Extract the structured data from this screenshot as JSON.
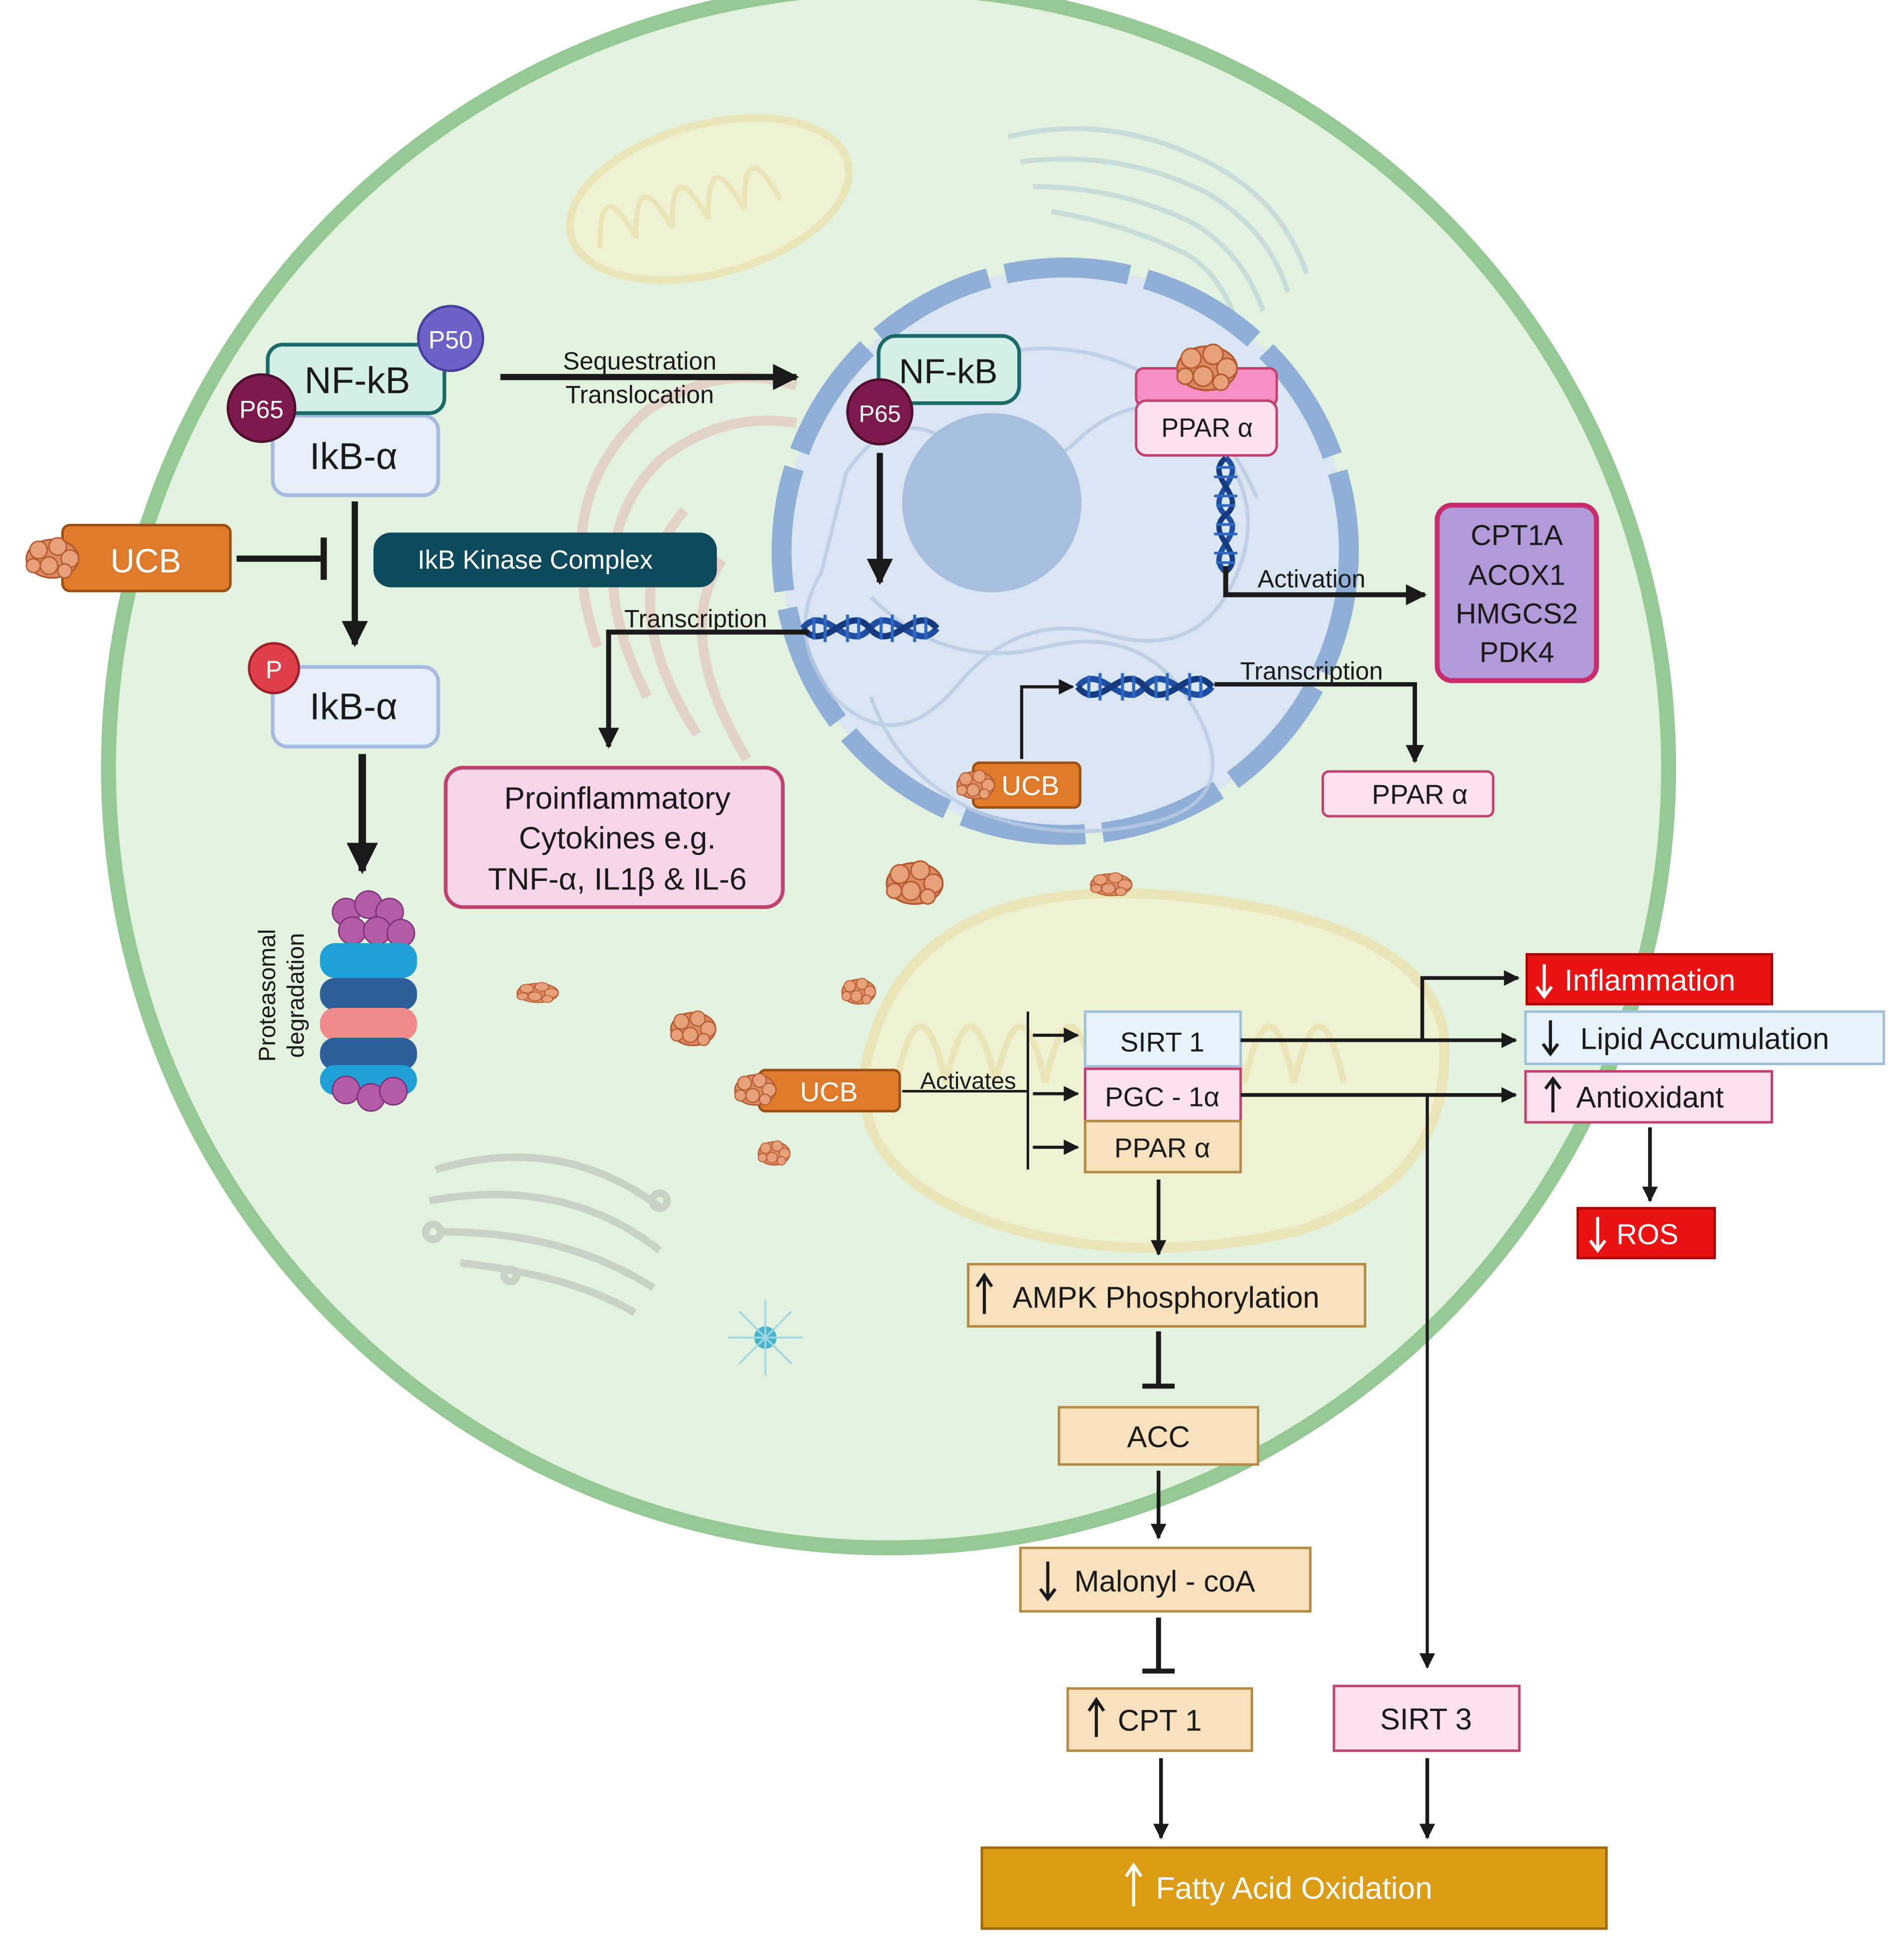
{
  "labels": {
    "nfkb_top": "NF-kB",
    "p50": "P50",
    "p65": "P65",
    "ikb_alpha": "IkB-α",
    "ucb": "UCB",
    "ikb_kinase": "IkB Kinase Complex",
    "p": "P",
    "proteasomal": "Proteasomal",
    "degradation": "degradation",
    "sequestration": "Sequestration",
    "translocation": "Translocation",
    "nfkb_nucleus": "NF-kB",
    "transcription": "Transcription",
    "cytokines_l1": "Proinflammatory",
    "cytokines_l2": "Cytokines e.g.",
    "cytokines_l3": "TNF-α, IL1β & IL-6",
    "ppar_alpha": "PPAR α",
    "activation": "Activation",
    "cpt1a": "CPT1A",
    "acox1": "ACOX1",
    "hmgcs2": "HMGCS2",
    "pdk4": "PDK4",
    "activates": "Activates",
    "sirt1": "SIRT 1",
    "pgc1a": "PGC - 1α",
    "inflammation": "Inflammation",
    "lipid_accumulation": "Lipid Accumulation",
    "antioxidant": "Antioxidant",
    "ros": "ROS",
    "ampk": "AMPK Phosphorylation",
    "acc": "ACC",
    "malonyl": "Malonyl - coA",
    "cpt1": "CPT 1",
    "sirt3": "SIRT 3",
    "fao": "Fatty Acid Oxidation"
  },
  "colors": {
    "cell_fill": "#e3f1df",
    "cell_border": "#95c993",
    "nucleus_fill": "#d9e5f0",
    "nuclear_envelope": "#8fafd6",
    "nucleolus": "#a7bede",
    "ucb_orange": "#df7a2a",
    "kinase_teal": "#0e4a5e",
    "p65_maroon": "#7b1a4b",
    "p50_purple": "#6d63c6",
    "phospho_red": "#e0404a",
    "cytokine_pink": "#f8d6ea",
    "cytokine_border": "#c0426f",
    "gene_purple": "#b29ad9",
    "gene_border": "#c92c6d",
    "tan_box": "#f6e1bc",
    "fao_gold": "#dd9c16",
    "alert_red": "#ea1212",
    "pale_blue": "#e7f1fa"
  },
  "icons": [
    "ucb-cluster-icon",
    "dna-helix-icon",
    "proteasome-icon",
    "mitochondrion-icon",
    "golgi-icon",
    "endoplasmic-reticulum-icon",
    "centrosome-icon",
    "up-arrow-icon",
    "down-arrow-icon"
  ]
}
